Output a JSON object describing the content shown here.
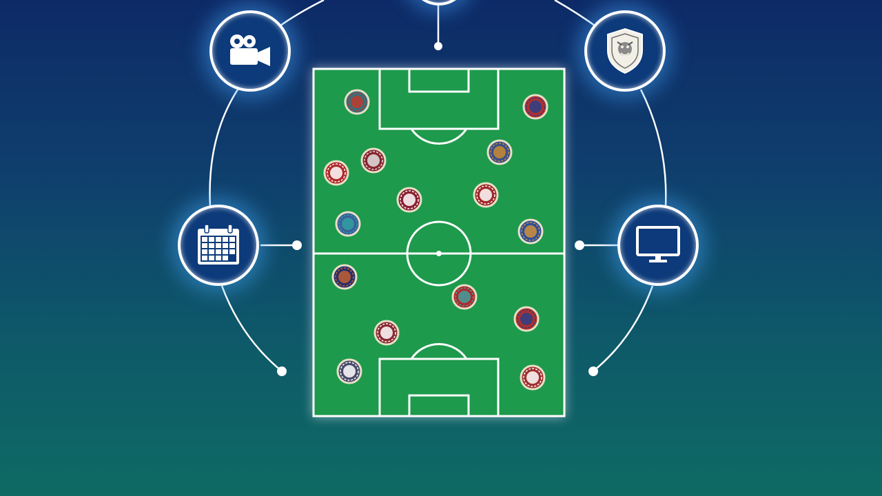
{
  "scene": {
    "background_gradient": [
      "#0d2a67",
      "#0f3f6d",
      "#0e5a69",
      "#0e6a63"
    ],
    "pitch": {
      "grass_color": "#1e9a4c",
      "line_color": "#ffffff"
    },
    "nodes": [
      {
        "name": "top-node",
        "icon": "circle-partial"
      },
      {
        "name": "video-camera-node",
        "icon": "video-camera-icon"
      },
      {
        "name": "club-crest-node",
        "icon": "shield-crest-icon"
      },
      {
        "name": "calendar-node",
        "icon": "calendar-icon"
      },
      {
        "name": "monitor-node",
        "icon": "monitor-icon"
      }
    ],
    "team_badges": [
      {
        "id": 1,
        "colors": [
          "#3a6e7a",
          "#c0392b"
        ]
      },
      {
        "id": 2,
        "colors": [
          "#b03030",
          "#2b3f8a"
        ]
      },
      {
        "id": 3,
        "colors": [
          "#8a2530",
          "#e0e0e0"
        ]
      },
      {
        "id": 4,
        "colors": [
          "#3a4f8a",
          "#c88a30"
        ]
      },
      {
        "id": 5,
        "colors": [
          "#b02a2a",
          "#ffffff"
        ]
      },
      {
        "id": 6,
        "colors": [
          "#8a2030",
          "#ffffff"
        ]
      },
      {
        "id": 7,
        "colors": [
          "#a02828",
          "#ffffff"
        ]
      },
      {
        "id": 8,
        "colors": [
          "#3a5f9a",
          "#30a0a0"
        ]
      },
      {
        "id": 9,
        "colors": [
          "#2e4f9a",
          "#d0903a"
        ]
      },
      {
        "id": 10,
        "colors": [
          "#2a2f6a",
          "#c06030"
        ]
      },
      {
        "id": 11,
        "colors": [
          "#b02a2a",
          "#40a0a0"
        ]
      },
      {
        "id": 12,
        "colors": [
          "#b03028",
          "#2b3f8a"
        ]
      },
      {
        "id": 13,
        "colors": [
          "#8a2a30",
          "#ffffff"
        ]
      },
      {
        "id": 14,
        "colors": [
          "#4a4a6a",
          "#ffffff"
        ]
      },
      {
        "id": 15,
        "colors": [
          "#a03030",
          "#ffffff"
        ]
      }
    ]
  }
}
